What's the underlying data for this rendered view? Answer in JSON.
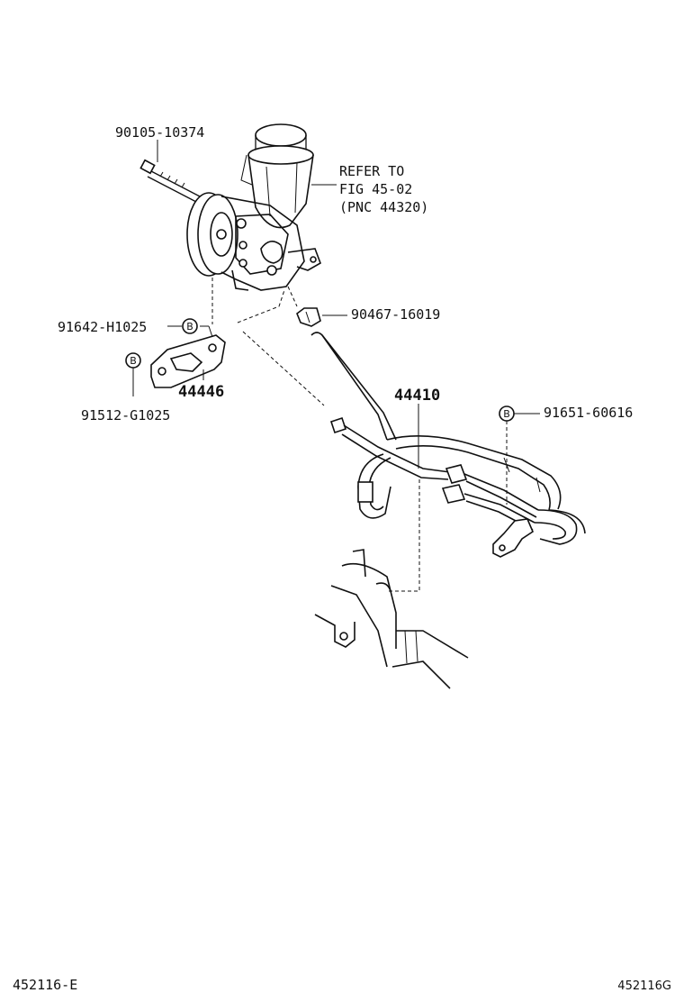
{
  "labels": {
    "bolt": "90105-10374",
    "refer_line1": "REFER TO",
    "refer_line2": "FIG 45-02",
    "refer_line3": "(PNC 44320)",
    "bracket_bolt_top": "91642-H1025",
    "clamp": "90467-16019",
    "bracket_part": "44446",
    "bracket_bolt_bottom": "91512-G1025",
    "hose_assembly": "44410",
    "hose_bolt": "91651-60616"
  },
  "badges": {
    "bolt_marker": "B"
  },
  "footer": {
    "left_code": "452116-E",
    "right_code": "452116G"
  }
}
